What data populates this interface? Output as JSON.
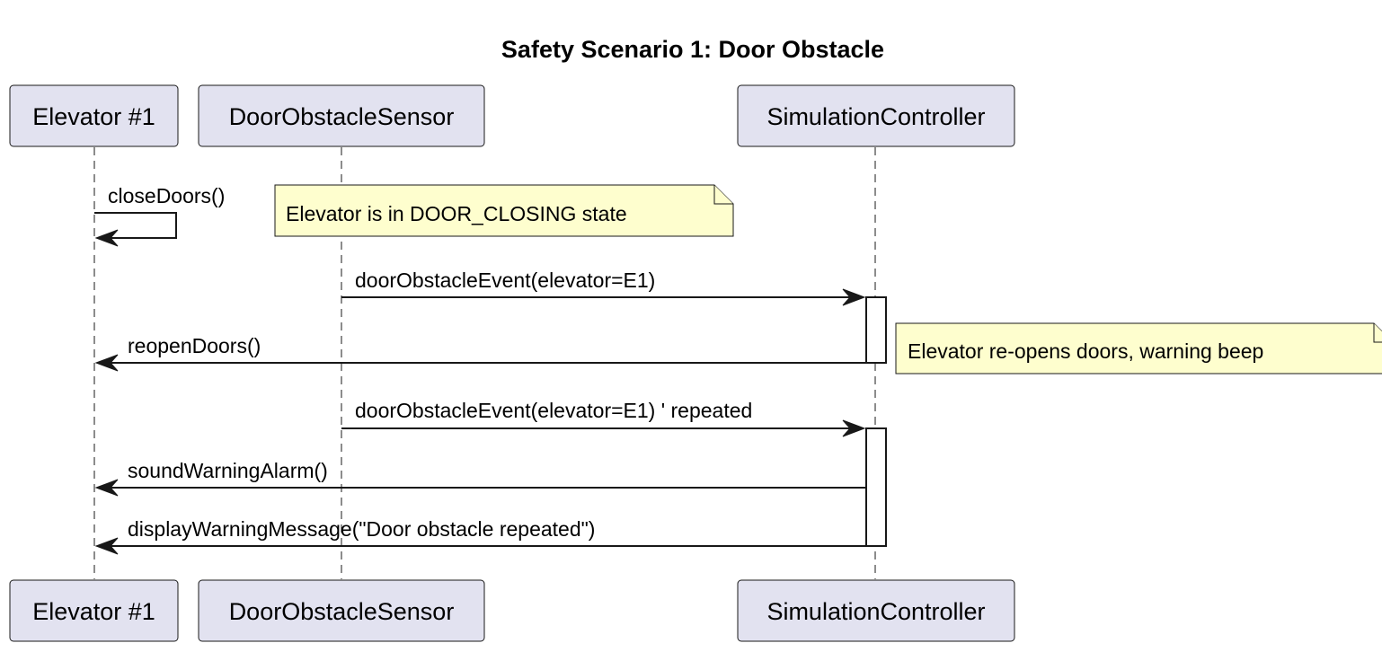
{
  "diagram": {
    "title": "Safety Scenario 1: Door Obstacle",
    "participants": [
      {
        "id": "elevator",
        "label": "Elevator #1"
      },
      {
        "id": "sensor",
        "label": "DoorObstacleSensor"
      },
      {
        "id": "controller",
        "label": "SimulationController"
      }
    ],
    "messages": [
      {
        "id": "close-doors",
        "from": "elevator",
        "to": "elevator",
        "label": "closeDoors()"
      },
      {
        "id": "door-obstacle-event-1",
        "from": "sensor",
        "to": "controller",
        "label": "doorObstacleEvent(elevator=E1)"
      },
      {
        "id": "reopen-doors",
        "from": "controller",
        "to": "elevator",
        "label": "reopenDoors()"
      },
      {
        "id": "door-obstacle-event-2",
        "from": "sensor",
        "to": "controller",
        "label": "doorObstacleEvent(elevator=E1) ' repeated"
      },
      {
        "id": "sound-warning-alarm",
        "from": "controller",
        "to": "elevator",
        "label": "soundWarningAlarm()"
      },
      {
        "id": "display-warning-message",
        "from": "controller",
        "to": "elevator",
        "label": "displayWarningMessage(\"Door obstacle repeated\")"
      }
    ],
    "notes": [
      {
        "id": "door-closing-state",
        "label": "Elevator is in DOOR_CLOSING state"
      },
      {
        "id": "reopen-warning",
        "label": "Elevator re-opens doors, warning beep"
      }
    ]
  }
}
